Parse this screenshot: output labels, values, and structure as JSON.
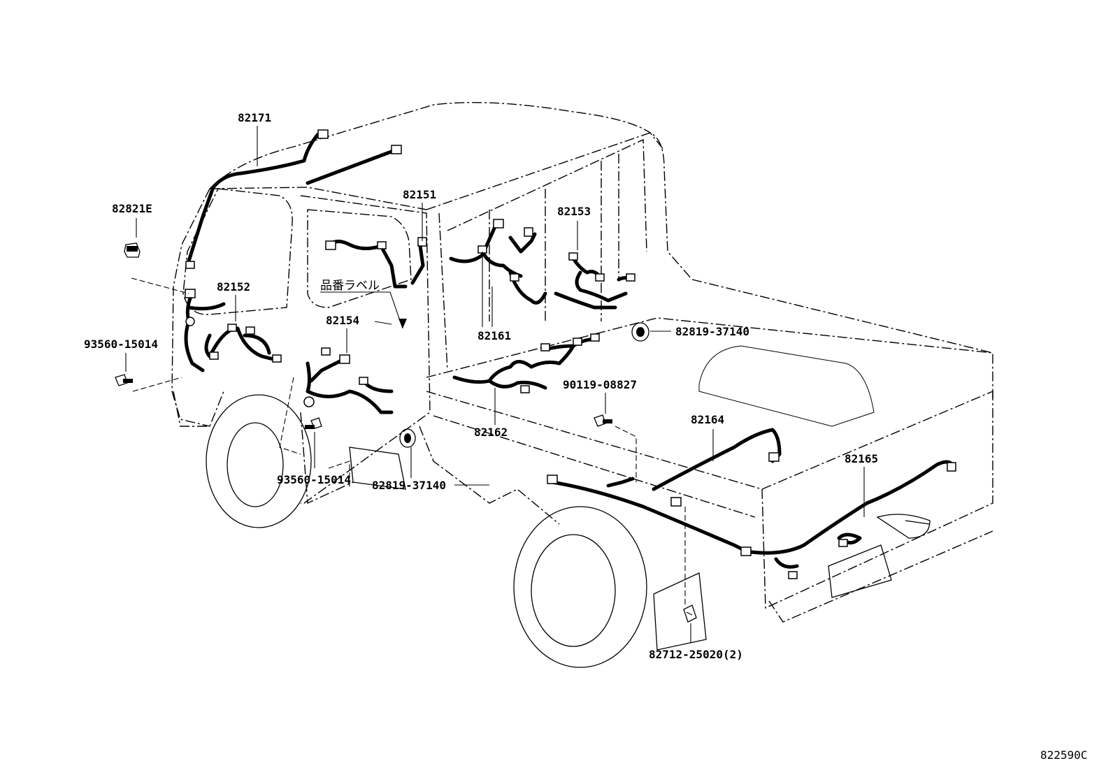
{
  "labels": {
    "p82171": "82171",
    "p82821E": "82821E",
    "p82151": "82151",
    "p82153": "82153",
    "p82152": "82152",
    "part_label_jp": "品番ラベル",
    "p82154": "82154",
    "p82161": "82161",
    "p82819_37140_a": "82819-37140",
    "p93560_15014_a": "93560-15014",
    "p90119_08827": "90119-08827",
    "p82162": "82162",
    "p82164": "82164",
    "p82165": "82165",
    "p93560_15014_b": "93560-15014",
    "p82819_37140_b": "82819-37140",
    "p82712_25020": "82712-25020(2)"
  },
  "reference_code": "822590C"
}
